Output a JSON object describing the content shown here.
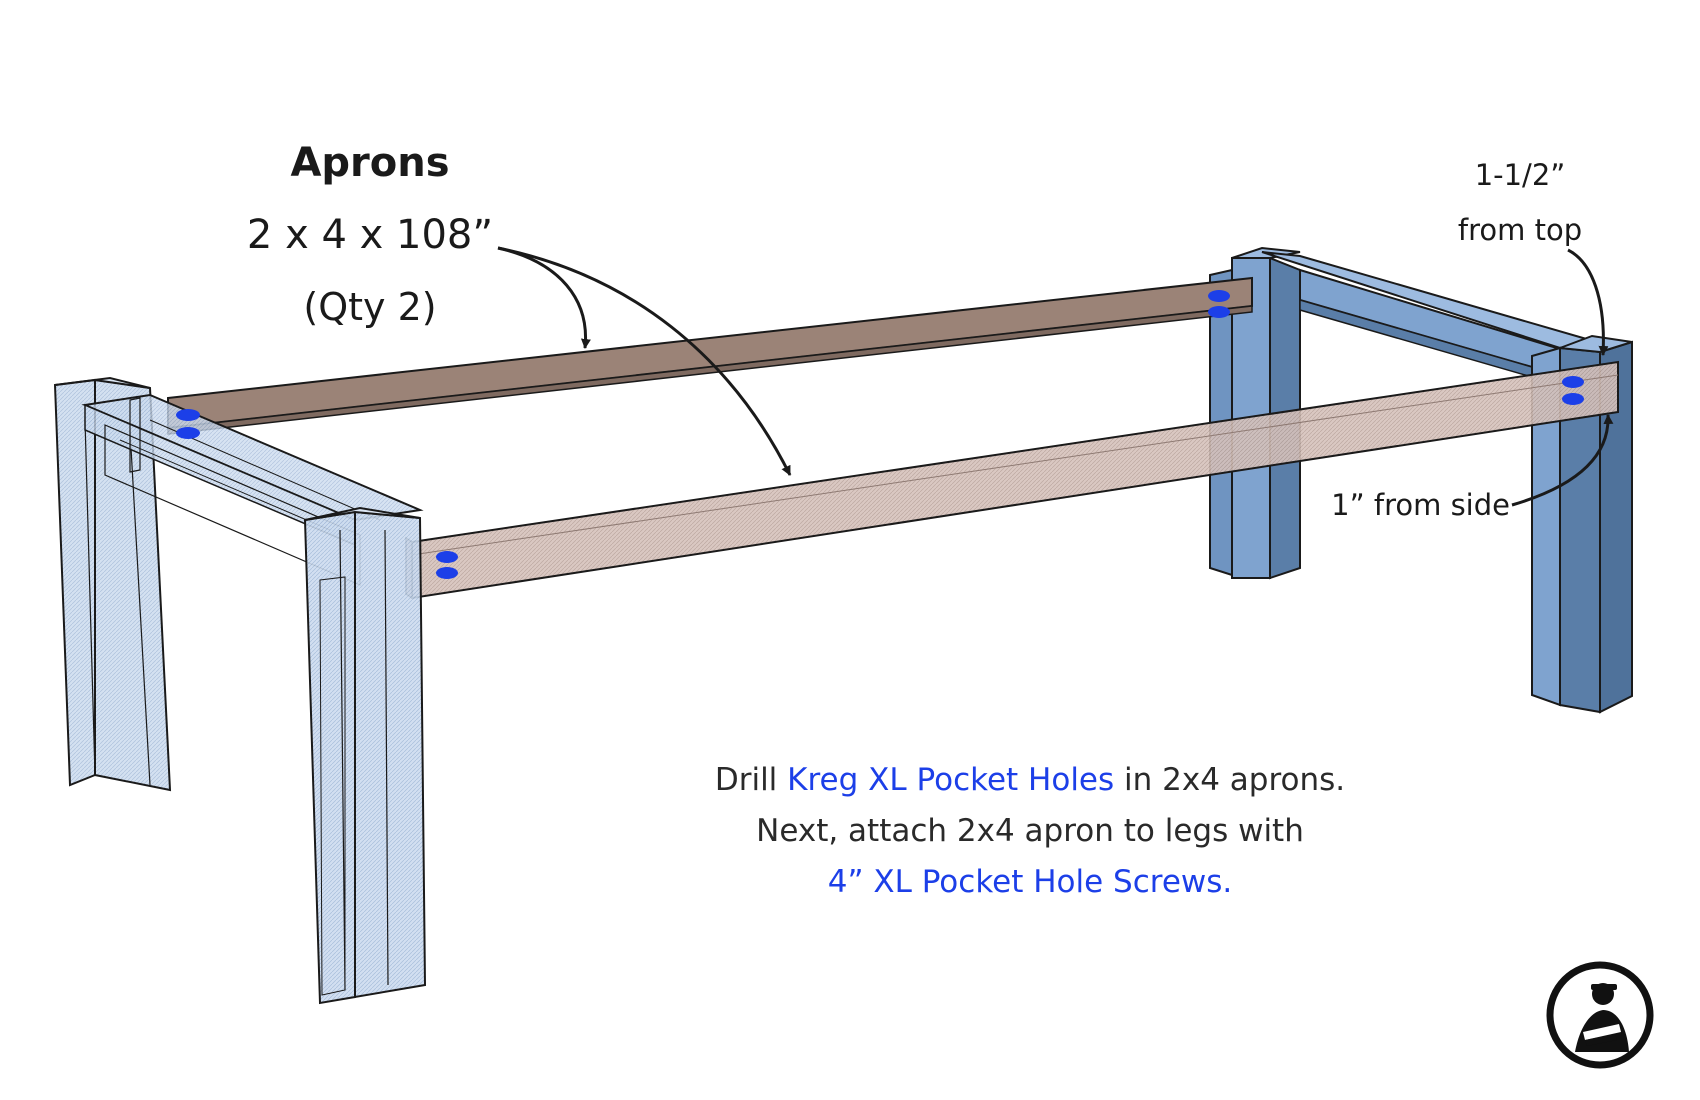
{
  "title": "Aprons",
  "dimensions": "2 x 4 x 108”",
  "quantity": "(Qty 2)",
  "note_top_line1": "1-1/2”",
  "note_top_line2": "from top",
  "note_side": "1” from side",
  "instructions": {
    "line1_pre": "Drill ",
    "line1_link": "Kreg XL Pocket Holes",
    "line1_post": " in 2x4 aprons.",
    "line2": "Next, attach 2x4 apron to legs with",
    "line3_link": "4” XL Pocket Hole Screws."
  },
  "colors": {
    "leg_front": "#7fa3cf",
    "leg_side": "#5a7ea8",
    "leg_ghost": "#c8d8ee",
    "apron_back": "#9b8377",
    "apron_front": "#d9c4bd",
    "pocket_hole": "#1c3fe8",
    "link": "#1c3fe8",
    "outline": "#1a1a1a"
  },
  "icons": [
    "arrow-icon",
    "pocket-hole-marker",
    "logo-icon"
  ]
}
